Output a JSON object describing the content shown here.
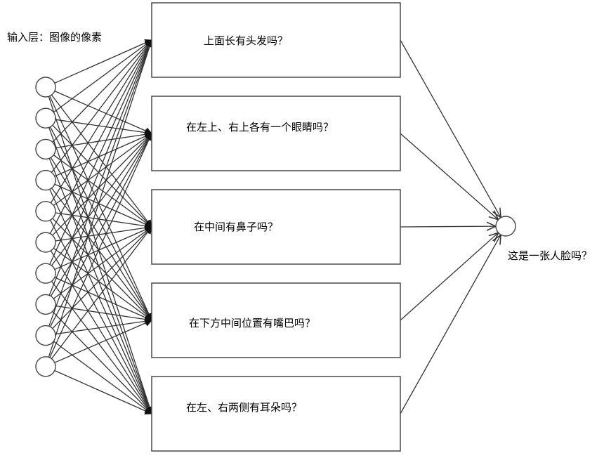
{
  "diagram": {
    "input_layer_label": "输入层：图像的像素",
    "input_node_count": 10,
    "questions": [
      "上面长有头发吗？",
      "在左上、右上各有一个眼睛吗？",
      "在中间有鼻子吗？",
      "在下方中间位置有嘴巴吗？",
      "在左、右两侧有耳朵吗？"
    ],
    "output_label": "这是一张人脸吗？"
  }
}
